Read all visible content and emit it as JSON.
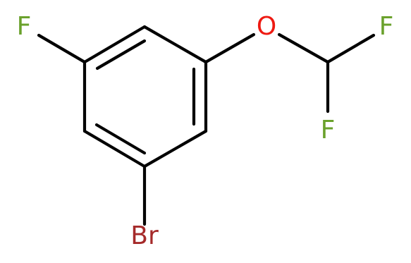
{
  "atoms": [
    {
      "id": "F1",
      "symbol": "F",
      "color": "#6aa12c"
    },
    {
      "id": "O1",
      "symbol": "O",
      "color": "#ee1a12"
    },
    {
      "id": "F2",
      "symbol": "F",
      "color": "#6aa12c"
    },
    {
      "id": "F3",
      "symbol": "F",
      "color": "#6aa12c"
    },
    {
      "id": "Br1",
      "symbol": "Br",
      "color": "#a52a2a"
    }
  ],
  "colors": {
    "bond": "#000000",
    "background": "#ffffff"
  }
}
